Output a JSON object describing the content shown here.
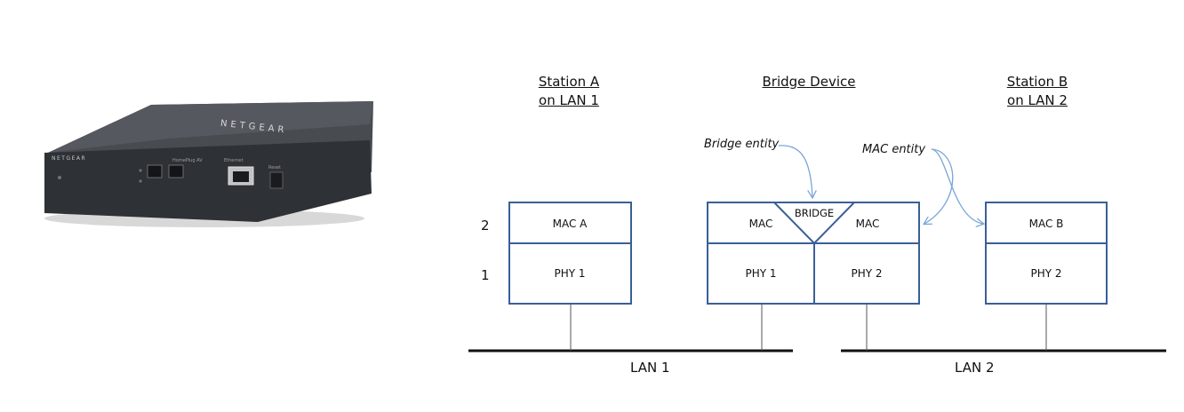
{
  "device_photo": {
    "brand": "NETGEAR",
    "port_labels": [
      "Reset",
      "HomePlug AV",
      "Ethernet"
    ]
  },
  "diagram": {
    "station_a": {
      "title_line1": "Station A",
      "title_line2": "on LAN 1",
      "mac": "MAC A",
      "phy": "PHY 1"
    },
    "bridge": {
      "title": "Bridge Device",
      "mac_left": "MAC",
      "bridge_label": "BRIDGE",
      "mac_right": "MAC",
      "phy_left": "PHY 1",
      "phy_right": "PHY 2"
    },
    "station_b": {
      "title_line1": "Station B",
      "title_line2": "on LAN 2",
      "mac": "MAC B",
      "phy": "PHY 2"
    },
    "layers": [
      "2",
      "1"
    ],
    "annotations": {
      "bridge_entity": "Bridge entity",
      "mac_entity": "MAC entity"
    },
    "lans": [
      "LAN 1",
      "LAN 2"
    ],
    "colors": {
      "box_stroke": "#3a5f97",
      "arrow": "#7aa6d8",
      "line": "#111111",
      "device_body": "#3b3e42"
    }
  }
}
